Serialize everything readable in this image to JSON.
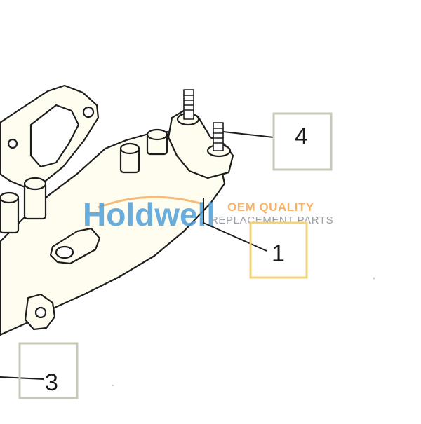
{
  "diagram": {
    "callouts": [
      {
        "id": "callout-1",
        "label": "1"
      },
      {
        "id": "callout-3",
        "label": "3"
      },
      {
        "id": "callout-4",
        "label": "4"
      }
    ]
  },
  "watermark": {
    "brand": "Holdwell",
    "tagline_1": "OEM QUALITY",
    "tagline_2": "REPLACEMENT PARTS",
    "colors": {
      "brand": "#4f9fd9",
      "tagline_1": "#f5b26b",
      "tagline_2": "#9aa0a6",
      "callout_box_default": "#c8c7b8",
      "callout_box_highlight": "#f2d27a"
    }
  }
}
